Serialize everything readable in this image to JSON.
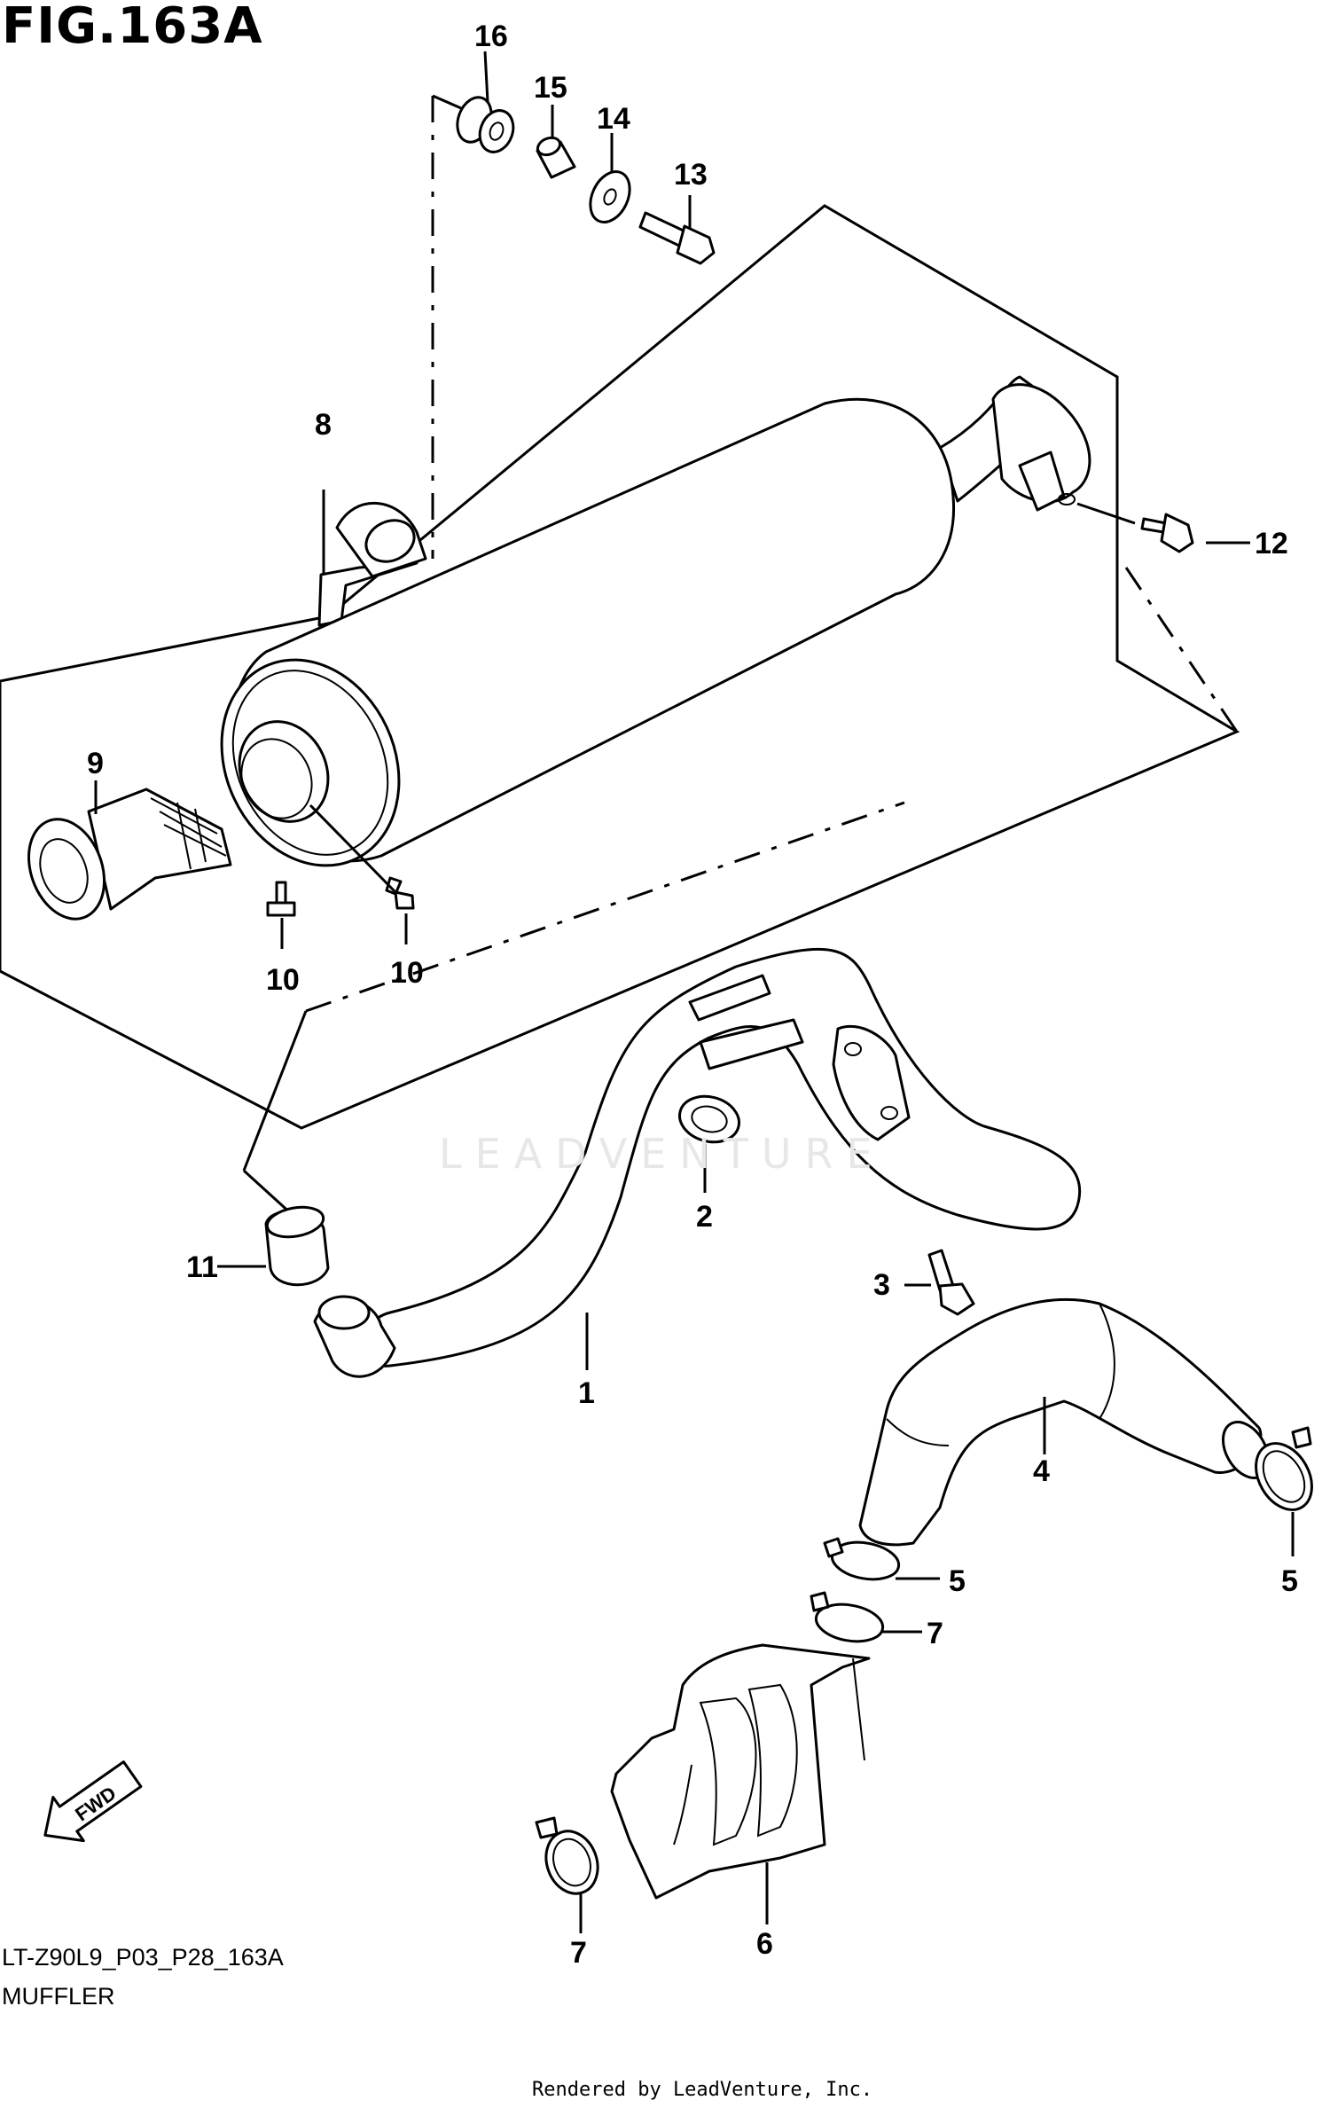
{
  "figure": {
    "title": "FIG.163A",
    "code": "LT-Z90L9_P03_P28_163A",
    "name": "MUFFLER",
    "rendered_by": "Rendered by LeadVenture, Inc.",
    "watermark": "LEADVENTURE",
    "fwd_label": "FWD"
  },
  "callouts": {
    "c1": "1",
    "c2": "2",
    "c3": "3",
    "c4": "4",
    "c5a": "5",
    "c5b": "5",
    "c6": "6",
    "c7a": "7",
    "c7b": "7",
    "c8": "8",
    "c9": "9",
    "c10a": "10",
    "c10b": "10",
    "c11": "11",
    "c12": "12",
    "c13": "13",
    "c14": "14",
    "c15": "15",
    "c16": "16"
  },
  "parts": [
    {
      "ref": "1",
      "icon": "exhaust-pipe"
    },
    {
      "ref": "2",
      "icon": "gasket"
    },
    {
      "ref": "3",
      "icon": "bolt"
    },
    {
      "ref": "4",
      "icon": "exhaust-pipe"
    },
    {
      "ref": "5",
      "icon": "clamp"
    },
    {
      "ref": "6",
      "icon": "heat-shield"
    },
    {
      "ref": "7",
      "icon": "clamp"
    },
    {
      "ref": "8",
      "icon": "muffler"
    },
    {
      "ref": "9",
      "icon": "spark-arrester"
    },
    {
      "ref": "10",
      "icon": "screw"
    },
    {
      "ref": "11",
      "icon": "bushing"
    },
    {
      "ref": "12",
      "icon": "bolt"
    },
    {
      "ref": "13",
      "icon": "bolt"
    },
    {
      "ref": "14",
      "icon": "washer"
    },
    {
      "ref": "15",
      "icon": "collar"
    },
    {
      "ref": "16",
      "icon": "grommet"
    }
  ]
}
